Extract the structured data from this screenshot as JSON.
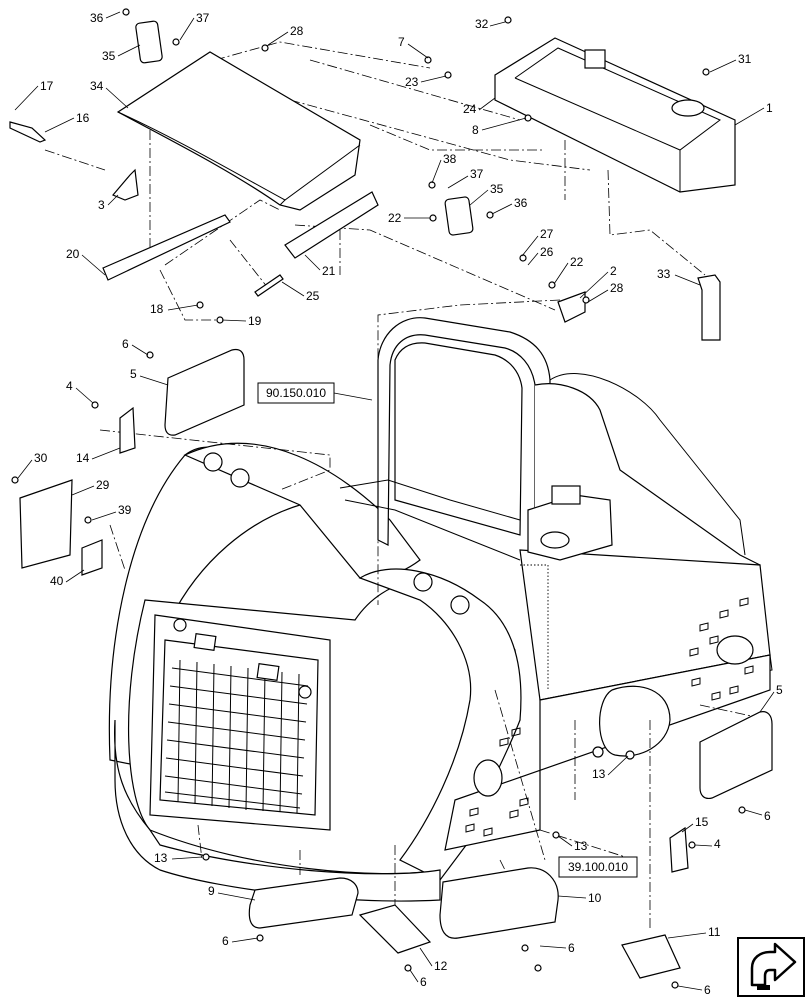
{
  "reference_boxes": {
    "cab": "90.150.010",
    "frame": "39.100.010"
  },
  "callouts": {
    "c1": "1",
    "c2": "2",
    "c3": "3",
    "c4a": "4",
    "c4b": "4",
    "c5a": "5",
    "c5b": "5",
    "c6a": "6",
    "c6b": "6",
    "c6c": "6",
    "c6d": "6",
    "c6e": "6",
    "c6f": "6",
    "c7": "7",
    "c8": "8",
    "c9": "9",
    "c10": "10",
    "c11": "11",
    "c12": "12",
    "c13a": "13",
    "c13b": "13",
    "c13c": "13",
    "c14": "14",
    "c15": "15",
    "c16": "16",
    "c17": "17",
    "c18": "18",
    "c19": "19",
    "c20": "20",
    "c21": "21",
    "c22a": "22",
    "c22b": "22",
    "c23": "23",
    "c24": "24",
    "c25": "25",
    "c26": "26",
    "c27": "27",
    "c28a": "28",
    "c28b": "28",
    "c29": "29",
    "c30": "30",
    "c31": "31",
    "c32": "32",
    "c33": "33",
    "c34": "34",
    "c35a": "35",
    "c35b": "35",
    "c36a": "36",
    "c36b": "36",
    "c37a": "37",
    "c37b": "37",
    "c38": "38",
    "c39": "39",
    "c40": "40"
  },
  "nav_icon": "forward-arrow-icon"
}
